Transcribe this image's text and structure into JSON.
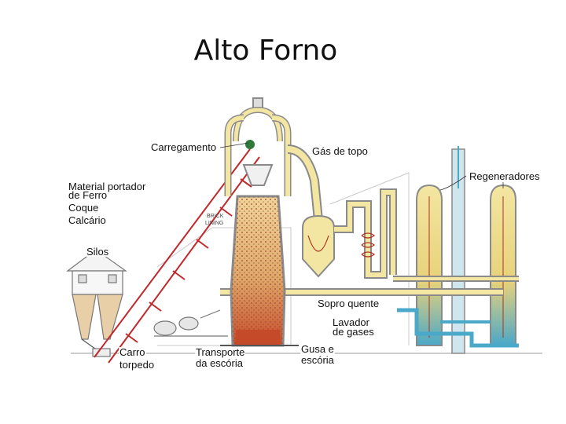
{
  "title": "Alto Forno",
  "labels": {
    "carregamento": "Carregamento",
    "gas_de_topo": "Gás de topo",
    "regeneradores": "Regeneradores",
    "material_line1": "Material portador",
    "material_line2": "de Ferro",
    "coque": "Coque",
    "calcario": "Calcário",
    "silos": "Silos",
    "brick_lining_line1": "BRICK",
    "brick_lining_line2": "LINING",
    "sopro_quente": "Sopro quente",
    "lavador_line1": "Lavador",
    "lavador_line2": "de gases",
    "carro_line1": "Carro",
    "carro_line2": "torpedo",
    "transporte_line1": "Transporte",
    "transporte_line2": "da escória",
    "gusa_line1": "Gusa e",
    "gusa_line2": "escória"
  },
  "colors": {
    "structure": "#8a8a8a",
    "furnace_fill": "#e8b878",
    "furnace_hot": "#c44a2a",
    "pipe_yellow": "#f3e6a2",
    "regenerator_blue": "#4aa8c8",
    "conveyor_red": "#c0282a",
    "arrow": "#b03020"
  }
}
